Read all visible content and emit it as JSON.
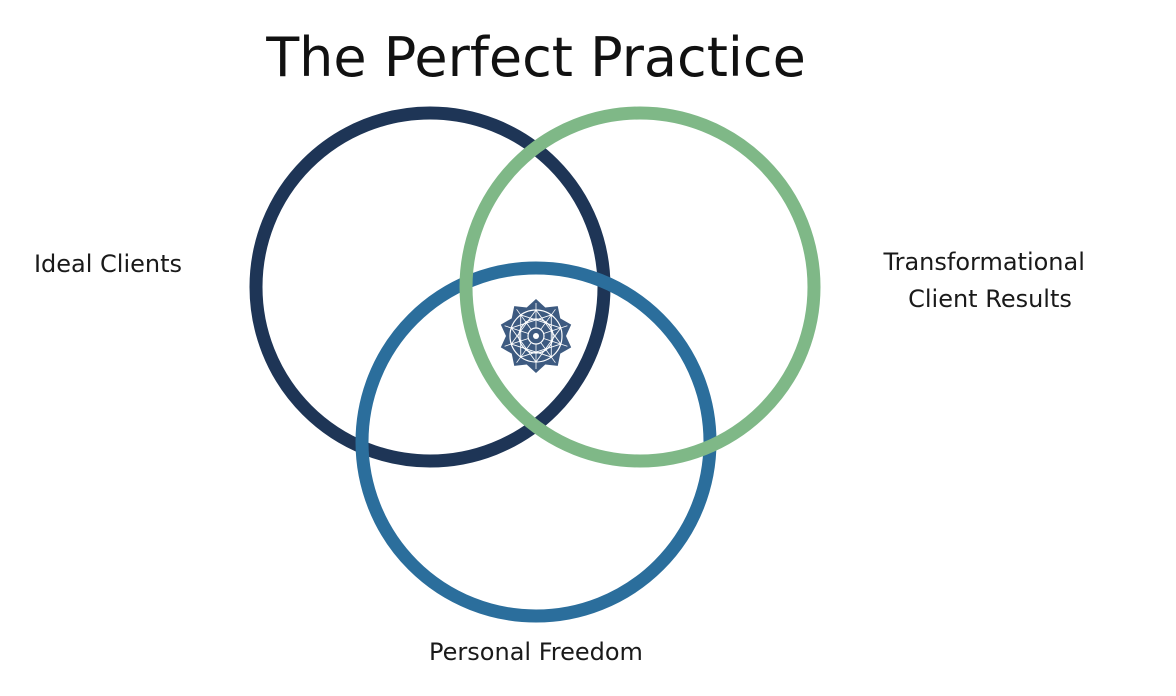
{
  "title": "The Perfect Practice",
  "circles": [
    {
      "id": "ideal-clients",
      "label_lines": [
        "Ideal Clients"
      ],
      "color": "#1e3556"
    },
    {
      "id": "transformational-client-results",
      "label_lines": [
        "Transformational",
        "Client Results"
      ],
      "color": "#7fb887"
    },
    {
      "id": "personal-freedom",
      "label_lines": [
        "Personal Freedom"
      ],
      "color": "#2b6e9c"
    }
  ],
  "center_emblem": {
    "icon": "mandala-icon",
    "color": "#3d5a80"
  }
}
